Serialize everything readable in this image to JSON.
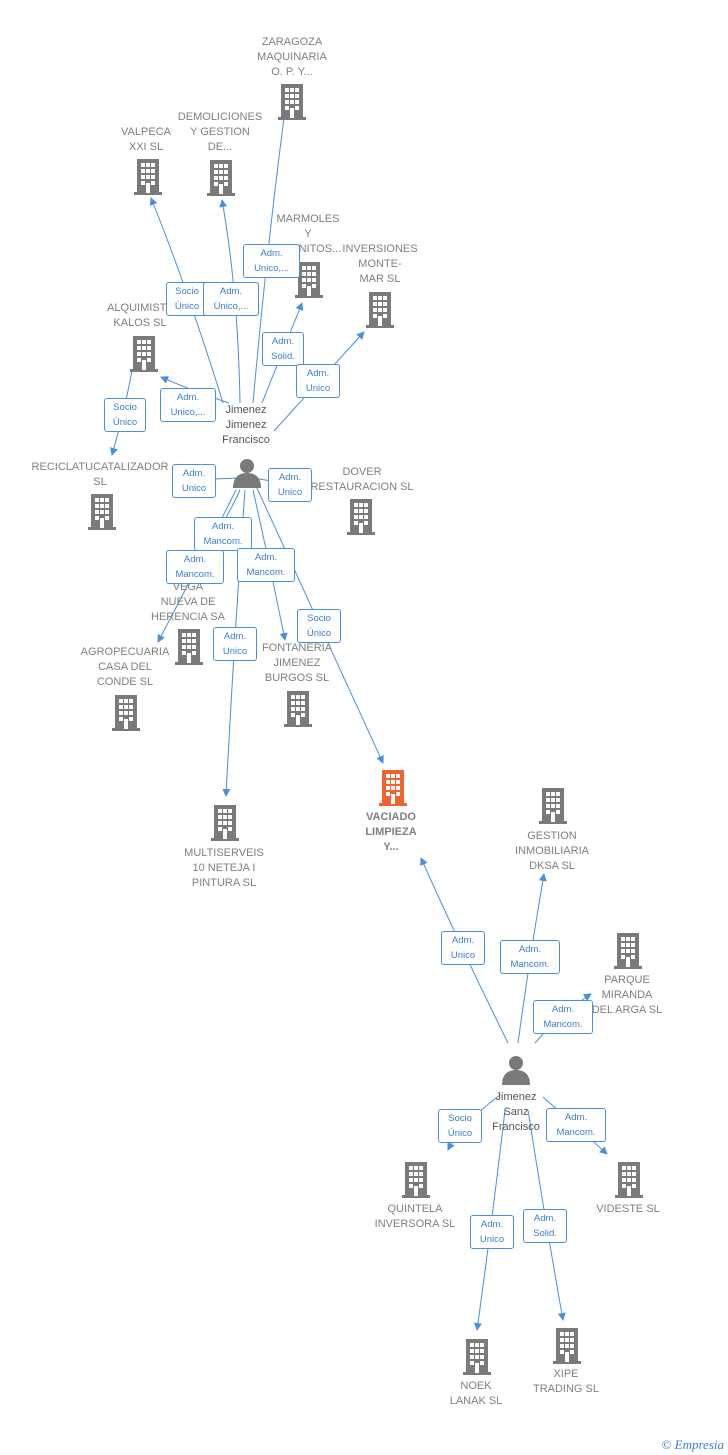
{
  "nodes": [
    {
      "id": "zaragoza",
      "type": "company",
      "label": "ZARAGOZA\nMAQUINARIA\nO. P. Y..."
    },
    {
      "id": "valpeca",
      "type": "company",
      "label": "VALPECA\nXXI SL"
    },
    {
      "id": "demoliciones",
      "type": "company",
      "label": "DEMOLICIONES\nY GESTION\nDE..."
    },
    {
      "id": "marmoles",
      "type": "company",
      "label": "MARMOLES\nY\nGRANITOS..."
    },
    {
      "id": "inversiones",
      "type": "company",
      "label": "INVERSIONES\nMONTE-\nMAR SL"
    },
    {
      "id": "alquimista",
      "type": "company",
      "label": "ALQUIMISTA\nKALOS SL"
    },
    {
      "id": "reciclatu",
      "type": "company",
      "label": "RECICLATUCATALIZADOR\nSL"
    },
    {
      "id": "dover",
      "type": "company",
      "label": "DOVER\nRESTAURACION SL"
    },
    {
      "id": "vega",
      "type": "company",
      "label": "VEGA\nNUEVA DE\nHERENCIA SA"
    },
    {
      "id": "agropecuaria",
      "type": "company",
      "label": "AGROPECUARIA\nCASA DEL\nCONDE SL"
    },
    {
      "id": "fontaneria",
      "type": "company",
      "label": "FONTANERIA\nJIMENEZ\nBURGOS SL"
    },
    {
      "id": "multiserveis",
      "type": "company",
      "label": "MULTISERVEIS\n10 NETEJA I\nPINTURA SL"
    },
    {
      "id": "vaciado",
      "type": "company",
      "main": true,
      "label": "VACIADO\nLIMPIEZA\nY..."
    },
    {
      "id": "gestion",
      "type": "company",
      "label": "GESTION\nINMOBILIARIA\nDKSA SL"
    },
    {
      "id": "parque",
      "type": "company",
      "label": "PARQUE\nMIRANDA\nDEL ARGA SL"
    },
    {
      "id": "quintela",
      "type": "company",
      "label": "QUINTELA\nINVERSORA SL"
    },
    {
      "id": "videste",
      "type": "company",
      "label": "VIDESTE SL"
    },
    {
      "id": "noek",
      "type": "company",
      "label": "NOEK\nLANAK SL"
    },
    {
      "id": "xipe",
      "type": "company",
      "label": "XIPE\nTRADING SL"
    },
    {
      "id": "jjf",
      "type": "person",
      "label": "Jimenez\nJimenez\nFrancisco"
    },
    {
      "id": "jsf",
      "type": "person",
      "label": "Jimenez\nSanz\nFrancisco"
    }
  ],
  "edges": [
    {
      "from": "jjf",
      "to": "zaragoza",
      "label": "Adm.\nUnico,..."
    },
    {
      "from": "jjf",
      "to": "valpeca",
      "label": "Socio\nÚnico"
    },
    {
      "from": "jjf",
      "to": "demoliciones",
      "label": "Adm.\nUnico,..."
    },
    {
      "from": "jjf",
      "to": "marmoles",
      "label": "Adm.\nSolid."
    },
    {
      "from": "jjf",
      "to": "inversiones",
      "label": "Adm.\nUnico"
    },
    {
      "from": "jjf",
      "to": "alquimista",
      "label": "Adm.\nUnico,..."
    },
    {
      "from": "alquimista",
      "to": "reciclatu",
      "label": "Socio\nÚnico"
    },
    {
      "from": "jjf",
      "to": "reciclatu",
      "label": "Adm.\nUnico"
    },
    {
      "from": "jjf",
      "to": "dover",
      "label": "Adm.\nUnico"
    },
    {
      "from": "jjf",
      "to": "vega",
      "label": "Adm.\nMancom."
    },
    {
      "from": "jjf",
      "to": "agropecuaria",
      "label": "Adm.\nMancom."
    },
    {
      "from": "jjf",
      "to": "fontaneria",
      "label": "Adm.\nMancom."
    },
    {
      "from": "jjf",
      "to": "multiserveis",
      "label": "Adm.\nUnico"
    },
    {
      "from": "jjf",
      "to": "vaciado",
      "label": "Socio\nÚnico"
    },
    {
      "from": "jsf",
      "to": "vaciado",
      "label": "Adm.\nUnico"
    },
    {
      "from": "jsf",
      "to": "gestion",
      "label": "Adm.\nMancom."
    },
    {
      "from": "jsf",
      "to": "parque",
      "label": "Adm.\nMancom."
    },
    {
      "from": "jsf",
      "to": "quintela",
      "label": "Socio\nÚnico"
    },
    {
      "from": "jsf",
      "to": "videste",
      "label": "Adm.\nMancom."
    },
    {
      "from": "jsf",
      "to": "noek",
      "label": "Adm.\nUnico"
    },
    {
      "from": "jsf",
      "to": "xipe",
      "label": "Adm.\nSolid."
    }
  ],
  "colors": {
    "edge": "#4a90d9",
    "company": "#7a7a7a",
    "main": "#f0632d",
    "person": "#7a7a7a"
  },
  "footer": {
    "copyright": "©",
    "brand": "Empresia"
  }
}
